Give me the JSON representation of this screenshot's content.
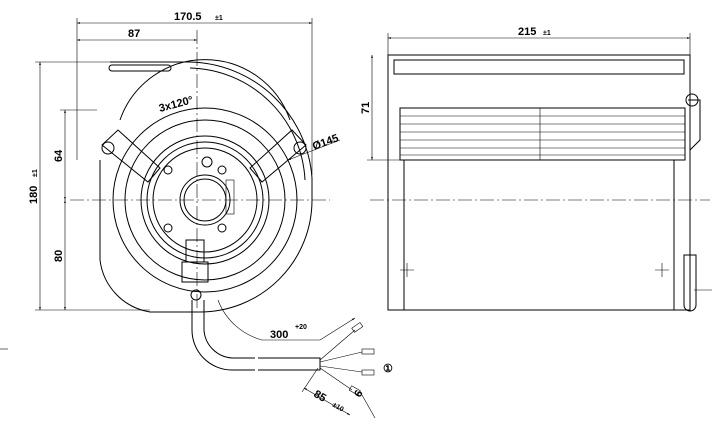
{
  "drawing": {
    "front_view": {
      "dim_width": "170.5",
      "dim_width_tol": "±1",
      "dim_offset": "87",
      "dim_height": "180",
      "dim_height_tol": "±1",
      "dim_upper": "64",
      "dim_lower": "80",
      "angle_label": "3x120°",
      "diameter_label": "Ø145",
      "cable_length": "300",
      "cable_length_tol": "+20",
      "strip_length": "85",
      "strip_length_tol": "±10",
      "wire_end": "6",
      "note_marker": "①"
    },
    "side_view": {
      "dim_length": "215",
      "dim_length_tol": "±1",
      "dim_impeller_height": "71"
    }
  }
}
